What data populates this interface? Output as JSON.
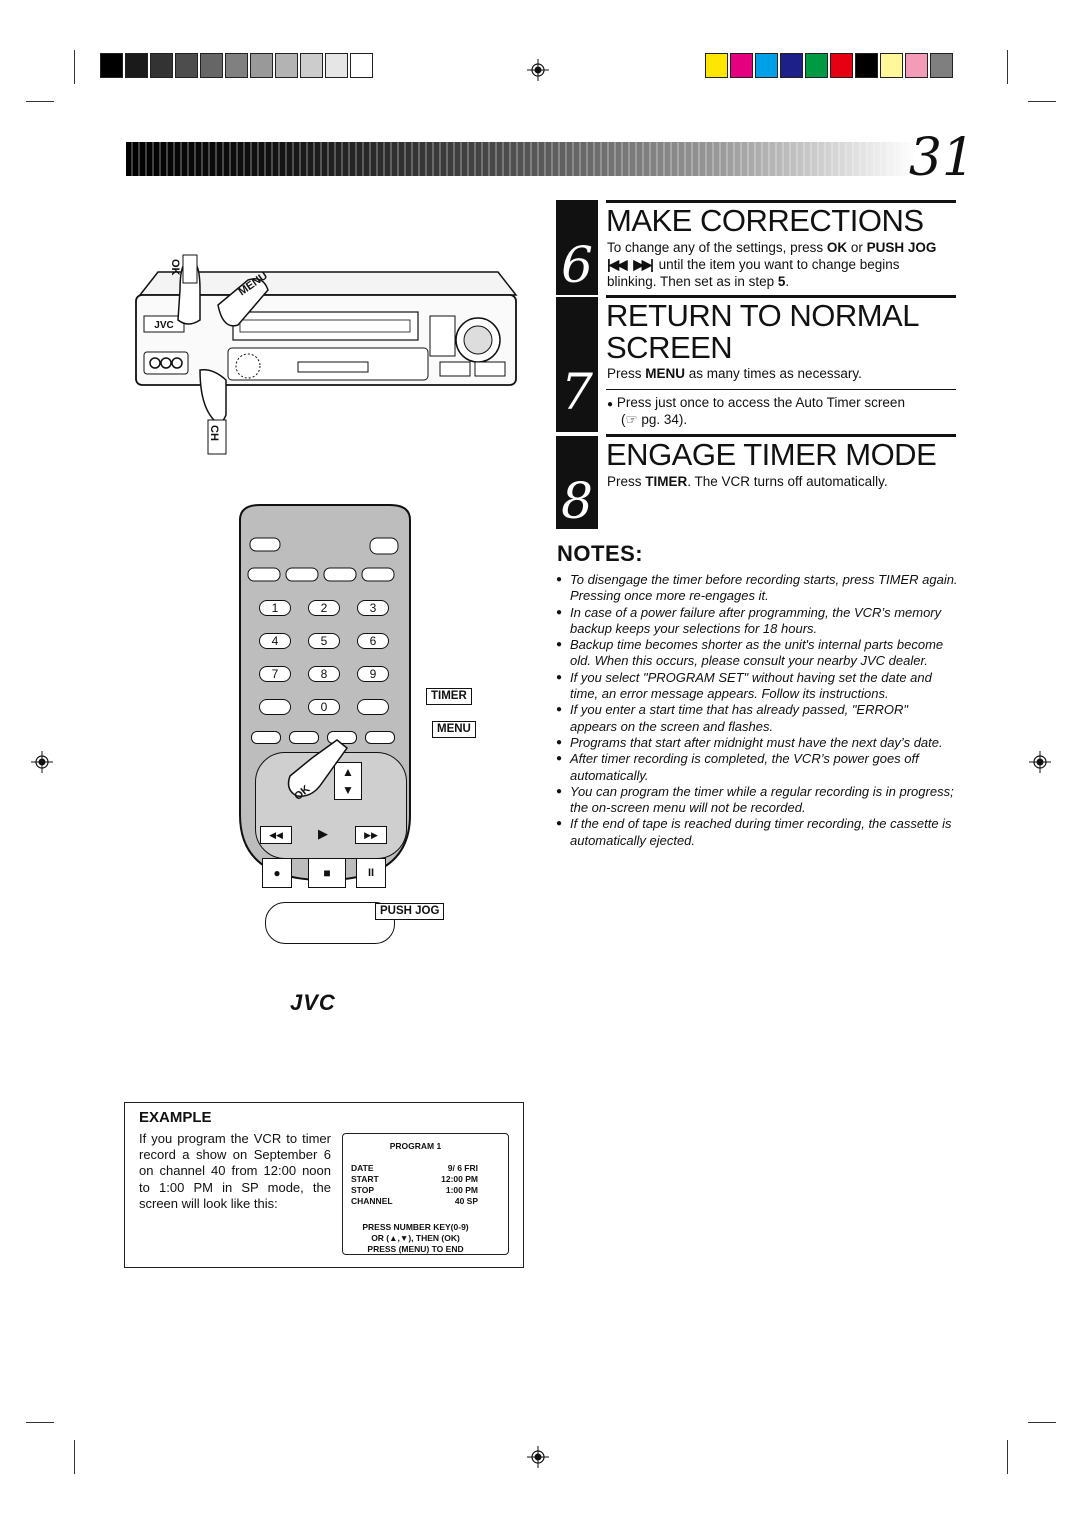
{
  "page": {
    "number": "31"
  },
  "steps": [
    {
      "number": "6",
      "title": "MAKE CORRECTIONS",
      "text_line1_a": "To change any of the settings, press ",
      "text_line1_b": "OK",
      "text_line1_c": " or ",
      "text_line1_d": "PUSH JOG",
      "text_line2": "until the item you want to change begins",
      "text_line3_a": "blinking. Then set as in step ",
      "text_line3_b": "5",
      "text_line3_c": "."
    },
    {
      "number": "7",
      "title_line1": "RETURN TO NORMAL",
      "title_line2": "SCREEN",
      "text_a": "Press ",
      "text_b": "MENU",
      "text_c": " as many times as necessary.",
      "bullet_line1": "Press just once to access the Auto Timer screen",
      "bullet_line2": "(☞ pg. 34)."
    },
    {
      "number": "8",
      "title": "ENGAGE TIMER MODE",
      "text_a": "Press ",
      "text_b": "TIMER",
      "text_c": ". The VCR turns off automatically."
    }
  ],
  "notes": {
    "title": "NOTES:",
    "items": [
      "To disengage the timer before recording starts, press TIMER again. Pressing once more re-engages it.",
      "In case of a power failure after programming, the VCR’s memory backup keeps your selections for 18 hours.",
      "Backup time becomes shorter as the unit's internal parts become old. When this occurs, please consult your nearby JVC dealer.",
      "If you select \"PROGRAM SET\" without having set the date and time, an error message appears. Follow its instructions.",
      "If you enter a start time that has already passed, \"ERROR\" appears on the screen and flashes.",
      "Programs that start after midnight must have the next day’s date.",
      "After timer recording is completed, the VCR’s power goes off automatically.",
      "You can program the timer while a regular recording is in progress; the on-screen menu will not be recorded.",
      "If the end of tape is reached during timer recording, the cassette is automatically ejected."
    ]
  },
  "illustration": {
    "vcr_labels": {
      "ok": "OK",
      "menu": "MENU",
      "ch": "CH",
      "brand": "JVC"
    },
    "remote_keys": [
      "1",
      "2",
      "3",
      "4",
      "5",
      "6",
      "7",
      "8",
      "9",
      "0"
    ],
    "remote_labels": {
      "timer": "TIMER",
      "menu": "MENU",
      "ok": "OK",
      "push_jog": "PUSH JOG",
      "brand": "JVC"
    }
  },
  "example": {
    "title": "EXAMPLE",
    "text": "If you program the VCR to timer record a show on September 6 on channel 40 from 12:00 noon to 1:00 PM in SP mode, the screen will look like this:",
    "osd": {
      "title": "PROGRAM 1",
      "rows": [
        {
          "label": "DATE",
          "value": "9/ 6  FRI"
        },
        {
          "label": "START",
          "value": "12:00 PM"
        },
        {
          "label": "STOP",
          "value": "1:00 PM"
        },
        {
          "label": "CHANNEL",
          "value": "40 SP"
        }
      ],
      "footer1": "PRESS NUMBER KEY(0-9)",
      "footer2": "OR (▲,▼), THEN (OK)",
      "footer3": "PRESS (MENU) TO END"
    }
  },
  "colors": {
    "ink": "#111111",
    "color_bar": [
      "#ffe600",
      "#e5007f",
      "#00a0e9",
      "#1d2088",
      "#009944",
      "#e60012",
      "#000000",
      "#fff799",
      "#f29cb7",
      "#7f7f7f"
    ],
    "gray_bar": [
      "#000000",
      "#1a1a1a",
      "#333333",
      "#4d4d4d",
      "#666666",
      "#808080",
      "#999999",
      "#b3b3b3",
      "#cccccc",
      "#e6e6e6",
      "#ffffff"
    ]
  }
}
